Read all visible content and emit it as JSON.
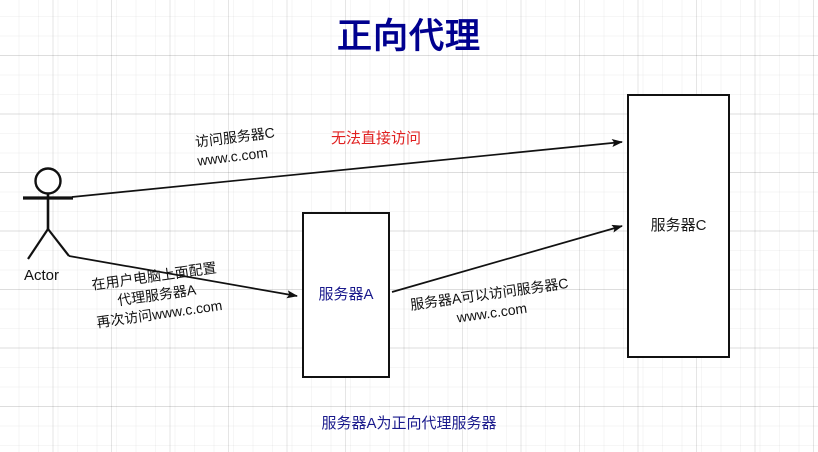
{
  "diagram": {
    "title": "正向代理",
    "title_color": "#00008f",
    "caption": "服务器A为正向代理服务器",
    "caption_color": "#1a1a8c",
    "actor": {
      "label": "Actor",
      "icon": "stick-figure-actor-icon"
    },
    "nodes": [
      {
        "id": "server-a",
        "label": "服务器A",
        "color": "#1a1a8c"
      },
      {
        "id": "server-c",
        "label": "服务器C",
        "color": "#1a1a1a"
      }
    ],
    "annotations": [
      {
        "id": "visit-server-c",
        "line1": "访问服务器C",
        "line2": "www.c.com",
        "color": "#111111"
      },
      {
        "id": "cannot-access-directly",
        "text": "无法直接访问",
        "color": "#e02020"
      },
      {
        "id": "configure-proxy",
        "line1": "在用户电脑上面配置",
        "line2": "代理服务器A",
        "line3": "再次访问www.c.com",
        "color": "#111111"
      },
      {
        "id": "a-can-access-c",
        "line1": "服务器A可以访问服务器C",
        "line2": "www.c.com",
        "color": "#111111"
      }
    ],
    "arrows": [
      {
        "id": "actor-to-server-c",
        "from": "actor",
        "to": "server-c"
      },
      {
        "id": "actor-to-server-a",
        "from": "actor",
        "to": "server-a"
      },
      {
        "id": "server-a-to-server-c",
        "from": "server-a",
        "to": "server-c"
      }
    ]
  }
}
